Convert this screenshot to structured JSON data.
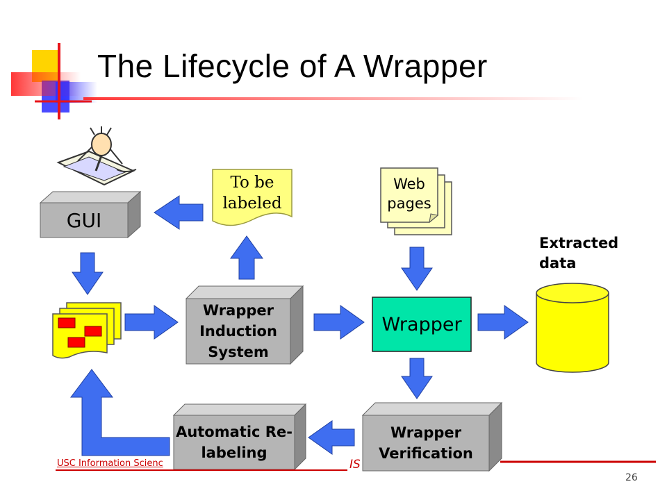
{
  "slide": {
    "title": "The Lifecycle of A Wrapper",
    "page_number": "26"
  },
  "nodes": {
    "gui": "GUI",
    "to_be_labeled": "To be labeled",
    "web_pages": "Web pages",
    "extracted_data": "Extracted data",
    "wrapper_induction": "Wrapper Induction System",
    "wrapper": "Wrapper",
    "automatic_relabeling": "Automatic Re-labeling",
    "wrapper_verification": "Wrapper Verification"
  },
  "footer": {
    "institution": "USC Information Scienc",
    "isi": "IS"
  },
  "colors": {
    "arrow": "#3f6ef0",
    "wrapper_box": "#00e5a8",
    "gray_box": "#b5b5b5",
    "database": "#ffff00",
    "document": "#ffff80",
    "accent_red": "#e8141a"
  }
}
